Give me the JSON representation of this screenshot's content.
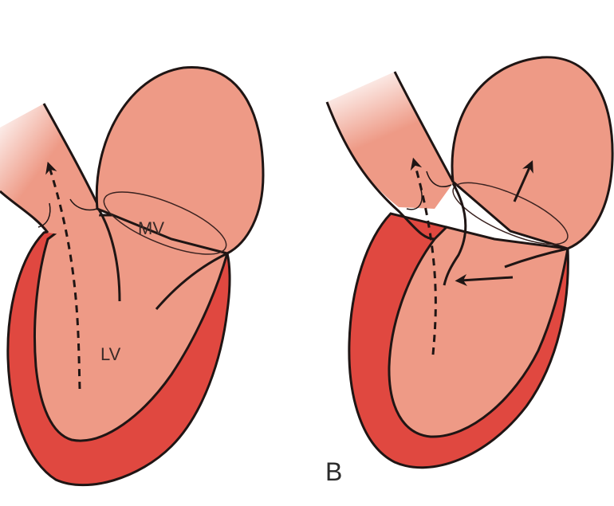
{
  "figure": {
    "colors": {
      "myocardium": "#E04840",
      "chamber": "#EE9A86",
      "outline": "#1f1514",
      "background": "#FFFFFF"
    },
    "panel_a": {
      "panel_label": "",
      "labels": {
        "mitral_valve": "MV",
        "left_ventricle": "LV"
      },
      "arrows": [
        "dashed outflow arrow toward aorta"
      ]
    },
    "panel_b": {
      "panel_label": "B",
      "arrows": [
        "dashed outflow arrow toward aorta",
        "arrow from anterior mitral leaflet toward septum",
        "arrow into left atrium through mitral valve"
      ]
    }
  }
}
